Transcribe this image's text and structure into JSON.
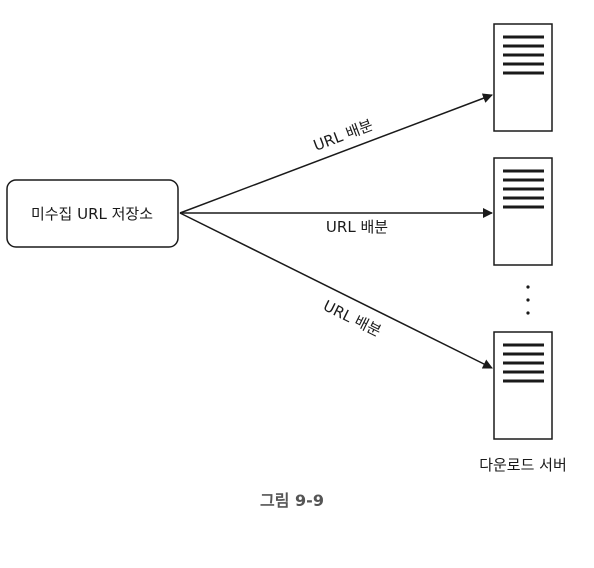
{
  "source_box": {
    "label": "미수집 URL 저장소"
  },
  "edges": [
    {
      "label": "URL 배분"
    },
    {
      "label": "URL 배분"
    },
    {
      "label": "URL 배분"
    }
  ],
  "servers": {
    "count_shown": 3,
    "label": "다운로드 서버"
  },
  "caption": "그림 9-9",
  "colors": {
    "stroke": "#1a1a1a",
    "background": "#ffffff",
    "caption": "#555555"
  }
}
